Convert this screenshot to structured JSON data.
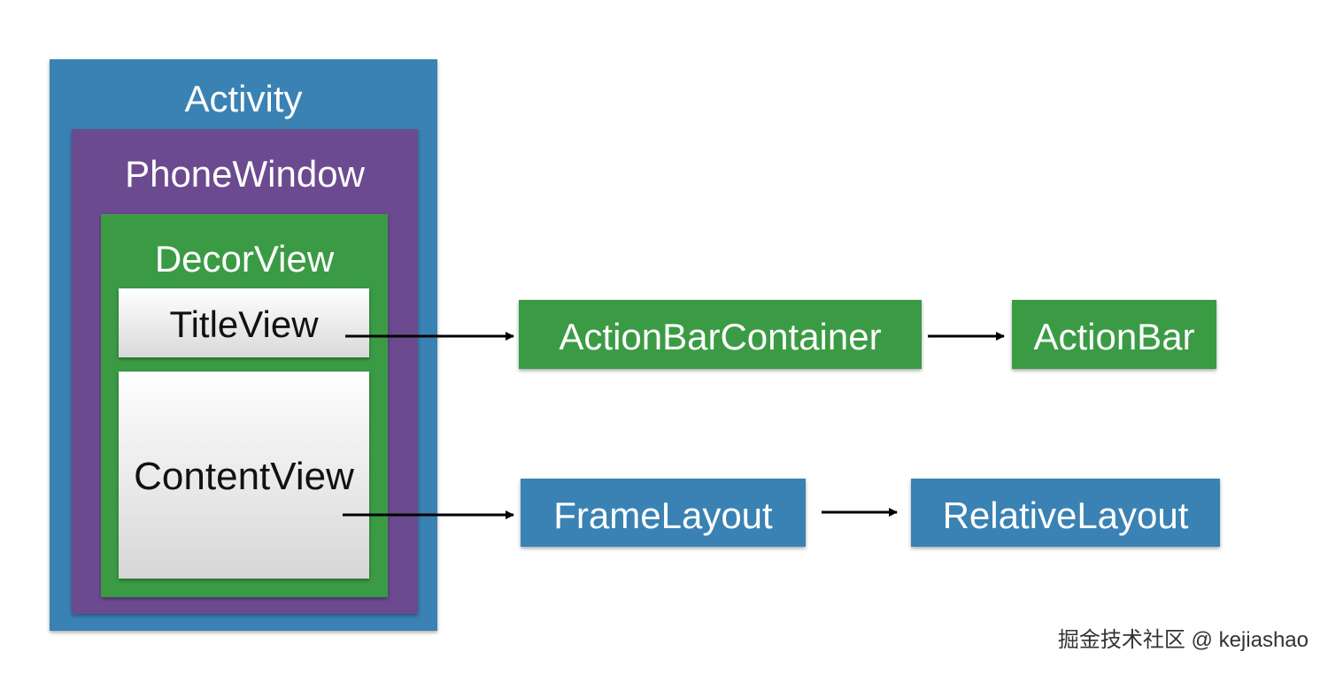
{
  "colors": {
    "activity": "#3a82b3",
    "phone_window": "#6c4a8f",
    "decor_view": "#3b9b45",
    "action_bar": "#3b9b45",
    "frame_layout": "#3a82b3",
    "arrow": "#000000"
  },
  "nodes": {
    "activity": "Activity",
    "phone_window": "PhoneWindow",
    "decor_view": "DecorView",
    "title_view": "TitleView",
    "content_view": "ContentView",
    "action_bar_container": "ActionBarContainer",
    "action_bar": "ActionBar",
    "frame_layout": "FrameLayout",
    "relative_layout": "RelativeLayout"
  },
  "edges": [
    {
      "from": "title_view",
      "to": "action_bar_container"
    },
    {
      "from": "action_bar_container",
      "to": "action_bar"
    },
    {
      "from": "content_view",
      "to": "frame_layout"
    },
    {
      "from": "frame_layout",
      "to": "relative_layout"
    }
  ],
  "watermark": "掘金技术社区 @ kejiashao"
}
